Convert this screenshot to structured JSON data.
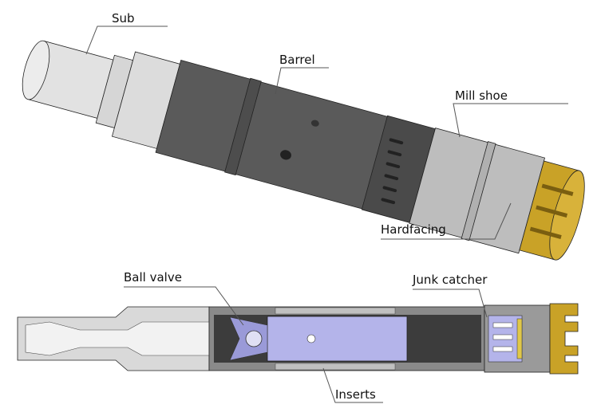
{
  "diagram": {
    "top_view": {
      "labels": {
        "sub": "Sub",
        "barrel": "Barrel",
        "mill_shoe": "Mill shoe",
        "hardfacing": "Hardfacing"
      }
    },
    "section_view": {
      "labels": {
        "ball_valve": "Ball valve",
        "junk_catcher": "Junk catcher",
        "inserts": "Inserts"
      }
    },
    "colors": {
      "steel_light": "#d9d9d9",
      "barrel_dark": "#555555",
      "hardfacing_gold": "#c9a227",
      "internals_lavender": "#b4b4ea"
    }
  }
}
